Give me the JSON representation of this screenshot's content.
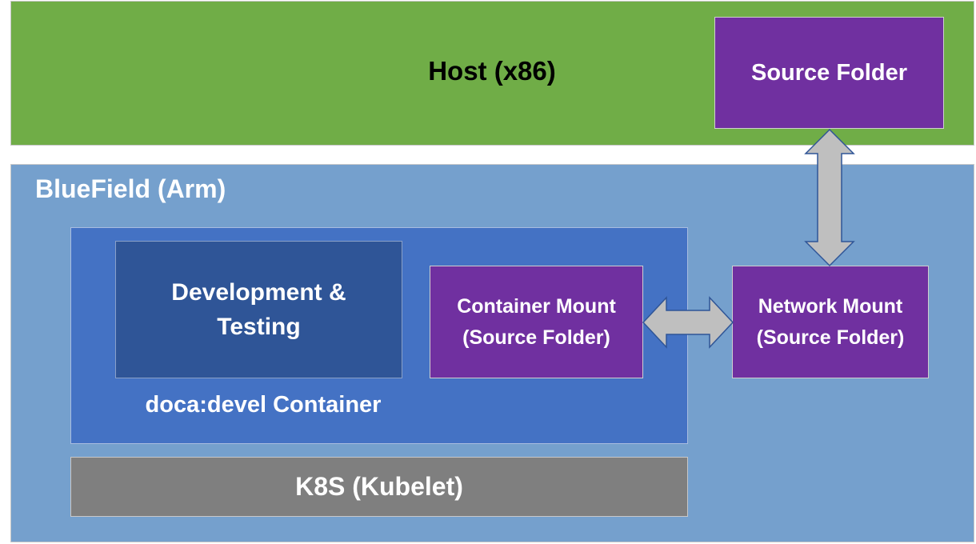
{
  "host": {
    "title": "Host (x86)",
    "color": "#70ad47"
  },
  "source_folder": {
    "label": "Source Folder",
    "color": "#7030a0"
  },
  "bluefield": {
    "title": "BlueField (Arm)",
    "color": "#75a0cd"
  },
  "container": {
    "label": "doca:devel Container",
    "color": "#4472c4"
  },
  "dev_testing": {
    "line1": "Development &",
    "line2": "Testing",
    "color": "#2f5597"
  },
  "container_mount": {
    "line1": "Container Mount",
    "line2": "(Source Folder)"
  },
  "network_mount": {
    "line1": "Network Mount",
    "line2": "(Source Folder)"
  },
  "k8s": {
    "label": "K8S (Kubelet)",
    "color": "#7f7f7f"
  },
  "arrows": {
    "fill": "#bfbfbf",
    "stroke": "#2f5597"
  }
}
